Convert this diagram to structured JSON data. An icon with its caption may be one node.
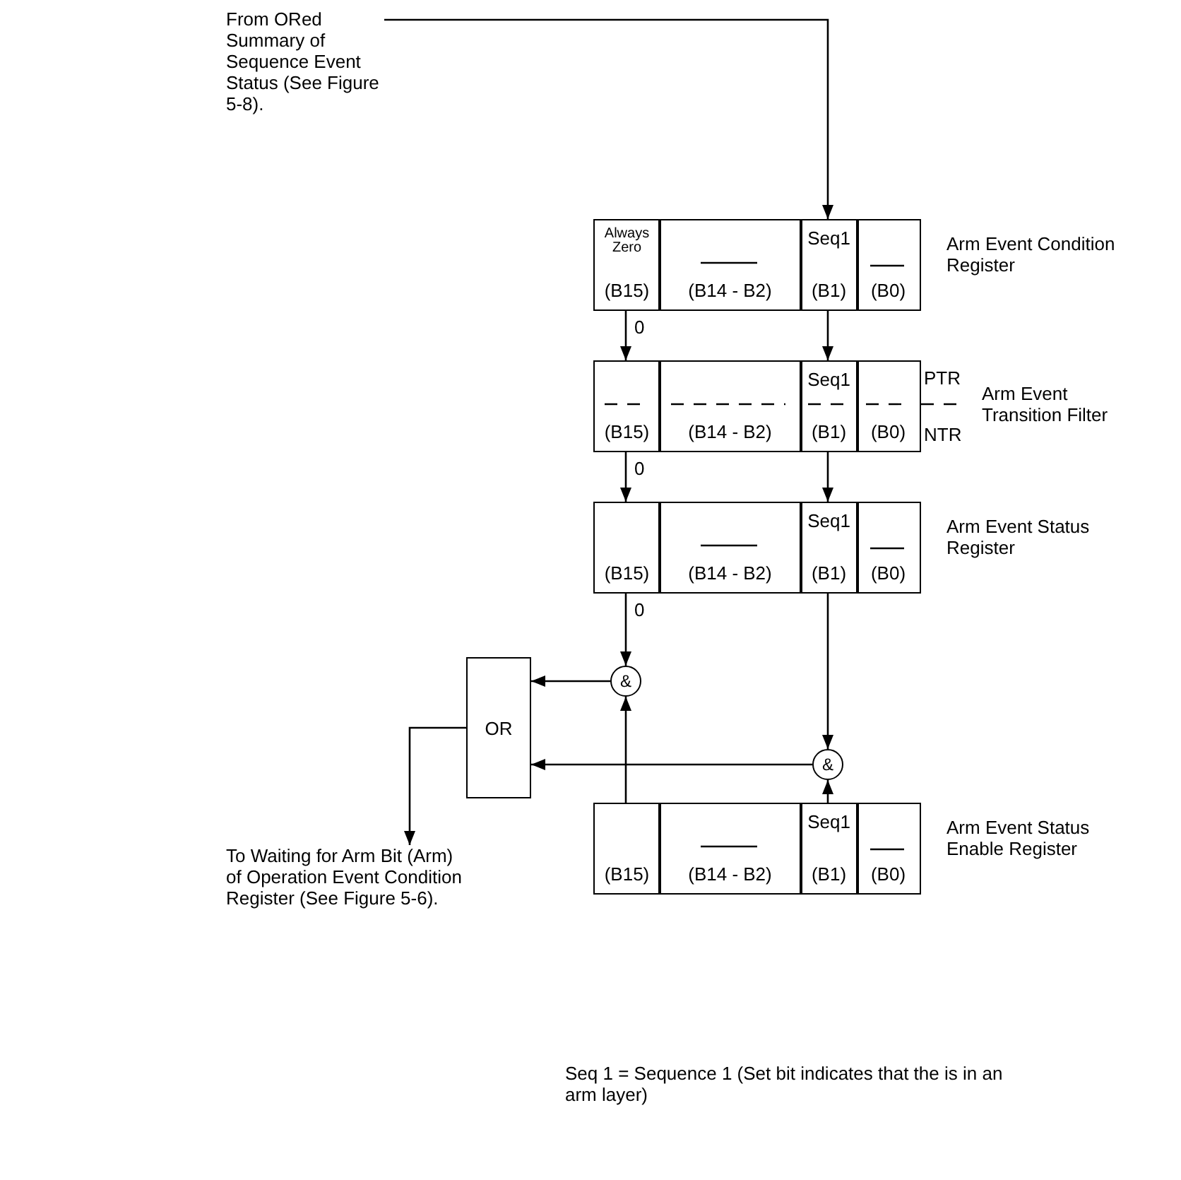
{
  "diagram": {
    "nodes": [
      {
        "text": [
          "From ORed Summary of Sequence Event Status (See Figure 5-8)."
        ]
      },
      {
        "text": [
          "Arm Event Condition Register"
        ]
      },
      {
        "text": [
          "Always Zero",
          "(B15)"
        ],
        "in": 1
      },
      {
        "text": [
          "(B14 - B2)"
        ],
        "in": 1
      },
      {
        "text": [
          "Seq1",
          "(B1)"
        ],
        "in": 1
      },
      {
        "text": [
          "(B0)"
        ],
        "in": 1
      },
      {
        "text": [
          "Arm Event Transition Filter"
        ]
      },
      {
        "text": [
          "(B15)"
        ],
        "in": 6
      },
      {
        "text": [
          "(B14 - B2)"
        ],
        "in": 6
      },
      {
        "text": [
          "Seq1",
          "(B1)"
        ],
        "in": 6
      },
      {
        "text": [
          "(B0)"
        ],
        "in": 6
      },
      {
        "text": [
          "Arm Event Status Register"
        ]
      },
      {
        "text": [
          "(B15)"
        ],
        "in": 11
      },
      {
        "text": [
          "(B14 - B2)"
        ],
        "in": 11
      },
      {
        "text": [
          "Seq1",
          "(B1)"
        ],
        "in": 11
      },
      {
        "text": [
          "(B0)"
        ],
        "in": 11
      },
      {
        "text": [
          "&"
        ]
      },
      {
        "text": [
          "OR"
        ]
      },
      {
        "text": [
          "&"
        ]
      },
      {
        "text": [
          "To Waiting for Arm Bit (Arm) of Operation Event Condition Register (See Figure 5-6)."
        ]
      },
      {
        "text": [
          "Arm Event Status Enable Register"
        ]
      },
      {
        "text": [
          "(B15)"
        ],
        "in": 20
      },
      {
        "text": [
          "(B14 - B2)"
        ],
        "in": 20
      },
      {
        "text": [
          "Seq1",
          "(B1)"
        ],
        "in": 20
      },
      {
        "text": [
          "(B0)"
        ],
        "in": 20
      }
    ],
    "edges": [
      {
        "from": 0,
        "to": 4,
        "arrow": "to"
      },
      {
        "from": 2,
        "to": 7,
        "arrow": "to",
        "label": "0"
      },
      {
        "from": 4,
        "to": 9,
        "arrow": "to"
      },
      {
        "from": 7,
        "to": 12,
        "arrow": "to",
        "label": "0"
      },
      {
        "from": 9,
        "to": 14,
        "arrow": "to"
      },
      {
        "from": 12,
        "to": 16,
        "arrow": "to",
        "label": "0"
      },
      {
        "from": 14,
        "to": 18,
        "arrow": "to"
      },
      {
        "from": 21,
        "to": 16,
        "arrow": "to"
      },
      {
        "from": 23,
        "to": 18,
        "arrow": "to"
      },
      {
        "from": 16,
        "to": 17,
        "arrow": "to"
      },
      {
        "from": 18,
        "to": 17,
        "arrow": "to"
      },
      {
        "from": 17,
        "to": 19,
        "arrow": "to"
      }
    ],
    "labels": [
      "PTR",
      "NTR",
      "Seq 1 = Sequence 1 (Set bit indicates that the is in an arm layer)"
    ]
  }
}
